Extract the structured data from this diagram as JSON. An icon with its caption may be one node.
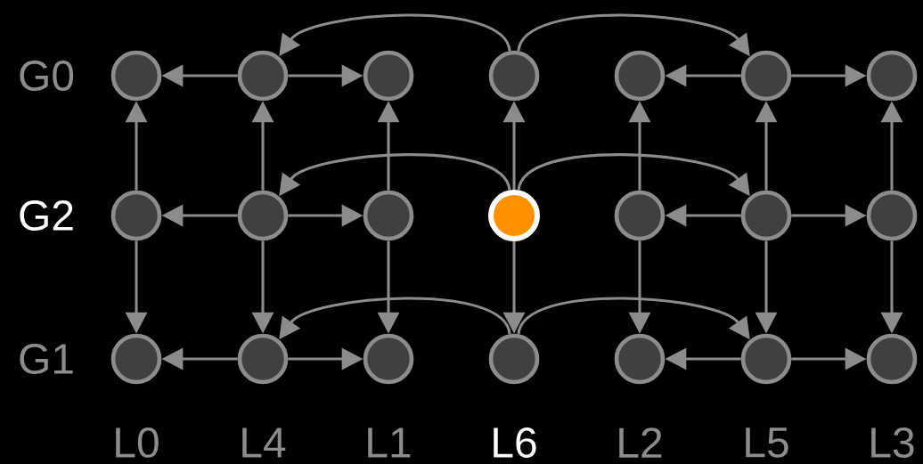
{
  "diagram": {
    "nodes": [
      {
        "text": [],
        "shape": "circle"
      },
      {
        "text": [],
        "shape": "circle"
      },
      {
        "text": [],
        "shape": "circle"
      },
      {
        "text": [],
        "shape": "circle"
      },
      {
        "text": [],
        "shape": "circle"
      },
      {
        "text": [],
        "shape": "circle"
      },
      {
        "text": [],
        "shape": "circle"
      },
      {
        "text": [],
        "shape": "circle"
      },
      {
        "text": [],
        "shape": "circle"
      },
      {
        "text": [],
        "shape": "circle"
      },
      {
        "text": [],
        "shape": "circle"
      },
      {
        "text": [],
        "shape": "circle"
      },
      {
        "text": [],
        "shape": "circle"
      },
      {
        "text": [],
        "shape": "circle"
      },
      {
        "text": [],
        "shape": "circle"
      },
      {
        "text": [],
        "shape": "circle"
      },
      {
        "text": [],
        "shape": "circle"
      },
      {
        "text": [],
        "shape": "circle"
      },
      {
        "text": [],
        "shape": "circle"
      },
      {
        "text": [],
        "shape": "circle"
      },
      {
        "text": [],
        "shape": "circle"
      }
    ],
    "edges": [
      {
        "from": 1,
        "to": 0,
        "arrow": "to"
      },
      {
        "from": 1,
        "to": 2,
        "arrow": "to"
      },
      {
        "from": 3,
        "to": 1,
        "arrow": "to"
      },
      {
        "from": 3,
        "to": 5,
        "arrow": "to"
      },
      {
        "from": 5,
        "to": 4,
        "arrow": "to"
      },
      {
        "from": 5,
        "to": 6,
        "arrow": "to"
      },
      {
        "from": 8,
        "to": 7,
        "arrow": "to"
      },
      {
        "from": 8,
        "to": 9,
        "arrow": "to"
      },
      {
        "from": 10,
        "to": 8,
        "arrow": "to"
      },
      {
        "from": 10,
        "to": 12,
        "arrow": "to"
      },
      {
        "from": 12,
        "to": 11,
        "arrow": "to"
      },
      {
        "from": 12,
        "to": 13,
        "arrow": "to"
      },
      {
        "from": 15,
        "to": 14,
        "arrow": "to"
      },
      {
        "from": 15,
        "to": 16,
        "arrow": "to"
      },
      {
        "from": 17,
        "to": 15,
        "arrow": "to"
      },
      {
        "from": 17,
        "to": 19,
        "arrow": "to"
      },
      {
        "from": 19,
        "to": 18,
        "arrow": "to"
      },
      {
        "from": 19,
        "to": 20,
        "arrow": "to"
      },
      {
        "from": 7,
        "to": 0,
        "arrow": "to"
      },
      {
        "from": 7,
        "to": 14,
        "arrow": "to"
      },
      {
        "from": 8,
        "to": 1,
        "arrow": "to"
      },
      {
        "from": 8,
        "to": 15,
        "arrow": "to"
      },
      {
        "from": 9,
        "to": 2,
        "arrow": "to"
      },
      {
        "from": 9,
        "to": 16,
        "arrow": "to"
      },
      {
        "from": 10,
        "to": 3,
        "arrow": "to"
      },
      {
        "from": 10,
        "to": 17,
        "arrow": "to"
      },
      {
        "from": 11,
        "to": 4,
        "arrow": "to"
      },
      {
        "from": 11,
        "to": 18,
        "arrow": "to"
      },
      {
        "from": 12,
        "to": 5,
        "arrow": "to"
      },
      {
        "from": 12,
        "to": 19,
        "arrow": "to"
      },
      {
        "from": 13,
        "to": 6,
        "arrow": "to"
      },
      {
        "from": 13,
        "to": 20,
        "arrow": "to"
      }
    ],
    "labels": [
      "G0",
      "G2",
      "G1",
      "L0",
      "L4",
      "L1",
      "L6",
      "L2",
      "L5",
      "L3"
    ]
  }
}
